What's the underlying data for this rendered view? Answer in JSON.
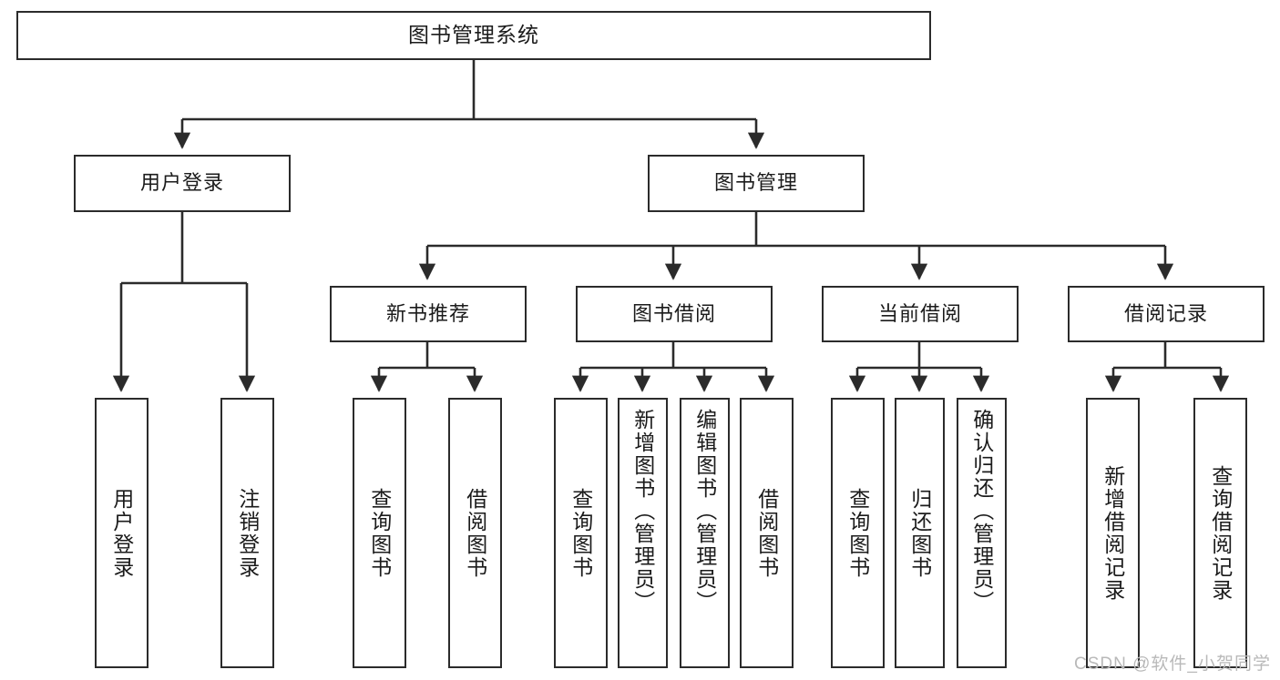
{
  "diagram": {
    "title": "图书管理系统",
    "type": "functional-structure-tree",
    "watermark": "CSDN @软件_小贺同学",
    "colors": {
      "box_border": "#2b2b2b",
      "box_fill": "#ffffff",
      "connector": "#2b2b2b",
      "text": "#1b1b1b",
      "watermark": "#b9b9b9"
    },
    "levels": {
      "root": "图书管理系统",
      "level2": [
        "用户登录",
        "图书管理"
      ],
      "level3": [
        "新书推荐",
        "图书借阅",
        "当前借阅",
        "借阅记录"
      ]
    },
    "nodes": {
      "root": {
        "label": "图书管理系统"
      },
      "user_login": {
        "label": "用户登录"
      },
      "book_manage": {
        "label": "图书管理"
      },
      "new_book_rec": {
        "label": "新书推荐"
      },
      "book_borrow": {
        "label": "图书借阅"
      },
      "current_borrow": {
        "label": "当前借阅"
      },
      "borrow_record": {
        "label": "借阅记录"
      }
    },
    "leaves": {
      "user_login": [
        {
          "label": "用户登录"
        },
        {
          "label": "注销登录"
        }
      ],
      "new_book_rec": [
        {
          "label": "查询图书"
        },
        {
          "label": "借阅图书"
        }
      ],
      "book_borrow": [
        {
          "label": "查询图书"
        },
        {
          "label": "新增图书（管理员）"
        },
        {
          "label": "编辑图书（管理员）"
        },
        {
          "label": "借阅图书"
        }
      ],
      "current_borrow": [
        {
          "label": "查询图书"
        },
        {
          "label": "归还图书"
        },
        {
          "label": "确认归还（管理员）"
        }
      ],
      "borrow_record": [
        {
          "label": "新增借阅记录"
        },
        {
          "label": "查询借阅记录"
        }
      ]
    }
  }
}
